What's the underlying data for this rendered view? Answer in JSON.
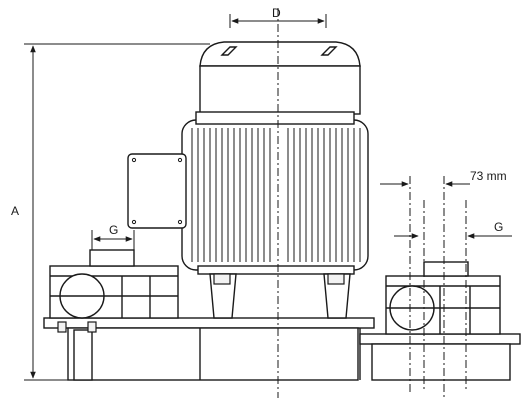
{
  "labels": {
    "dim_a": "A",
    "dim_d": "D",
    "dim_g_left": "G",
    "dim_g_right": "G",
    "offset": "73 mm"
  },
  "colors": {
    "stroke": "#1a1a1a",
    "background": "#ffffff"
  },
  "icons": {
    "dimension_arrow": "arrow-icon",
    "fan_wheel": "fan-wheel-icon",
    "vent": "vent-icon"
  }
}
